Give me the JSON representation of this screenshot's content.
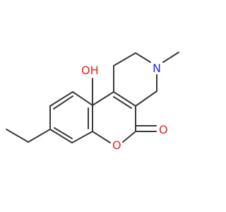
{
  "structure": {
    "atoms": {
      "hydroxyl_oxygen": "OH",
      "ring_oxygen": "O",
      "carbonyl_oxygen": "O",
      "nitrogen": "N"
    },
    "colors": {
      "bond": "#3a3a3a",
      "oxygen": "#e8241e",
      "nitrogen": "#1f2cf2"
    }
  }
}
